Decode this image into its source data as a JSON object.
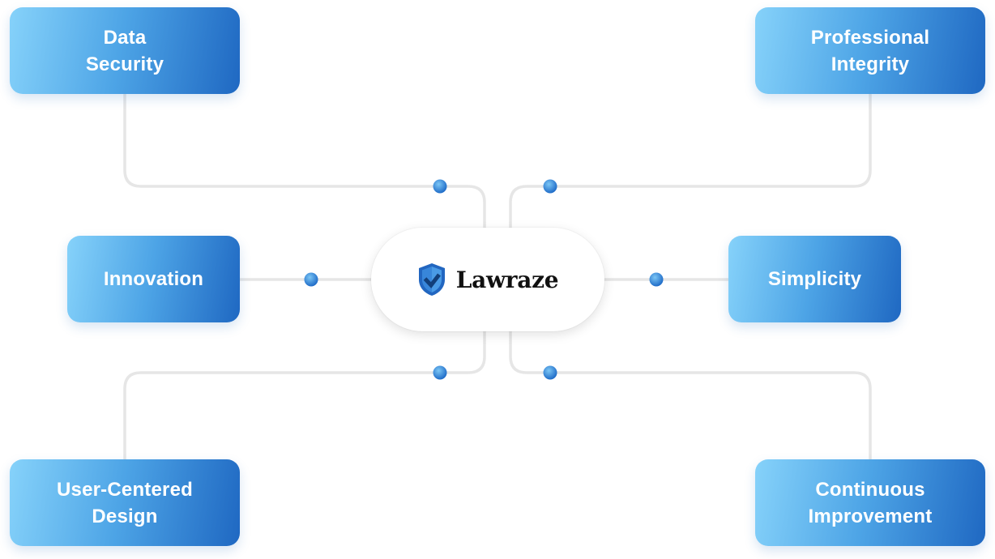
{
  "hub": {
    "brand_name": "Lawraze",
    "icon": "shield-check-icon"
  },
  "nodes": {
    "data_security": "Data\nSecurity",
    "professional_integrity": "Professional\nIntegrity",
    "innovation": "Innovation",
    "simplicity": "Simplicity",
    "user_centered_design": "User-Centered\nDesign",
    "continuous_improvement": "Continuous\nImprovement"
  },
  "colors": {
    "node_gradient_light": "#86d2fa",
    "node_gradient_dark": "#1f68c2",
    "connector": "#e6e6e6",
    "connector_dot": "#2f7fd6",
    "logo_primary": "#2266c0"
  }
}
